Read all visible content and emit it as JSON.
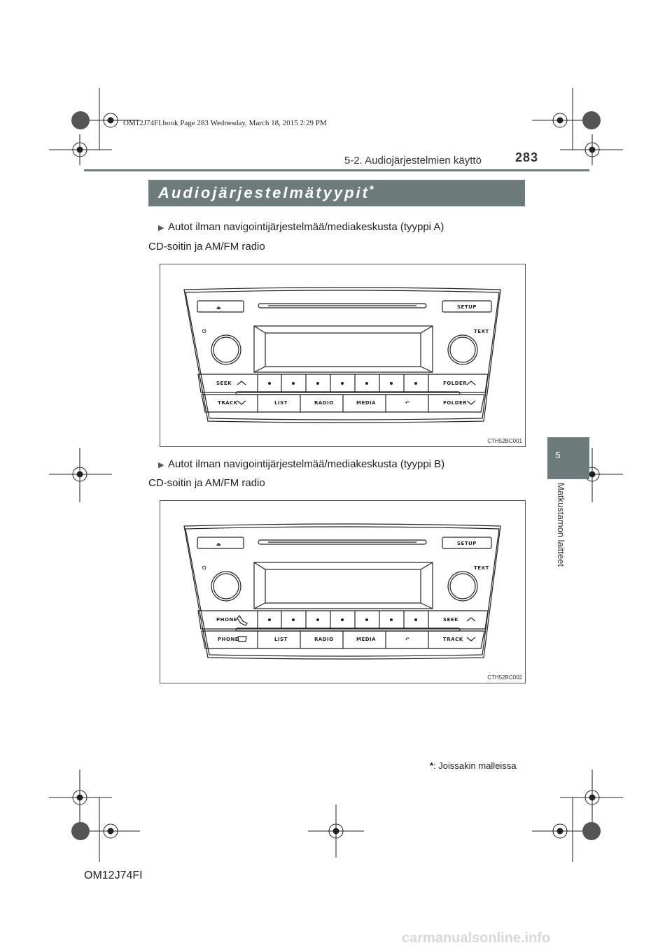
{
  "header": {
    "book_info": "OM12J74FI.book  Page 283  Wednesday, March 18, 2015  2:29 PM",
    "section": "5-2. Audiojärjestelmien käyttö",
    "page_number": "283"
  },
  "title": {
    "text": "Audiojärjestelmätyypit",
    "marker": "*"
  },
  "side_tab": {
    "chapter_number": "5",
    "chapter_label": "Matkustamon laitteet"
  },
  "sections": [
    {
      "bullet": "Autot ilman navigointijärjestelmää/mediakeskusta (tyyppi A)",
      "subtitle": "CD-soitin ja AM/FM radio",
      "figure_code": "CTH52BC001",
      "buttons": {
        "eject": "⏏",
        "setup": "SETUP",
        "power": "⏻",
        "text": "TEXT",
        "row1_left": "SEEK",
        "row1_right": "FOLDER",
        "row2_left": "TRACK",
        "row2_right": "FOLDER",
        "list": "LIST",
        "radio": "RADIO",
        "media": "MEDIA"
      }
    },
    {
      "bullet": "Autot ilman navigointijärjestelmää/mediakeskusta (tyyppi B)",
      "subtitle": "CD-soitin ja AM/FM radio",
      "figure_code": "CTH52BC002",
      "buttons": {
        "eject": "⏏",
        "setup": "SETUP",
        "power": "⏻",
        "text": "TEXT",
        "row1_left": "PHONE",
        "row1_right": "SEEK",
        "row2_left": "PHONE",
        "row2_right": "TRACK",
        "list": "LIST",
        "radio": "RADIO",
        "media": "MEDIA"
      }
    }
  ],
  "footnote": {
    "marker": "*",
    "text": ": Joissakin malleissa"
  },
  "footer": {
    "model": "OM12J74FI",
    "watermark": "carmanualsonline.info"
  }
}
